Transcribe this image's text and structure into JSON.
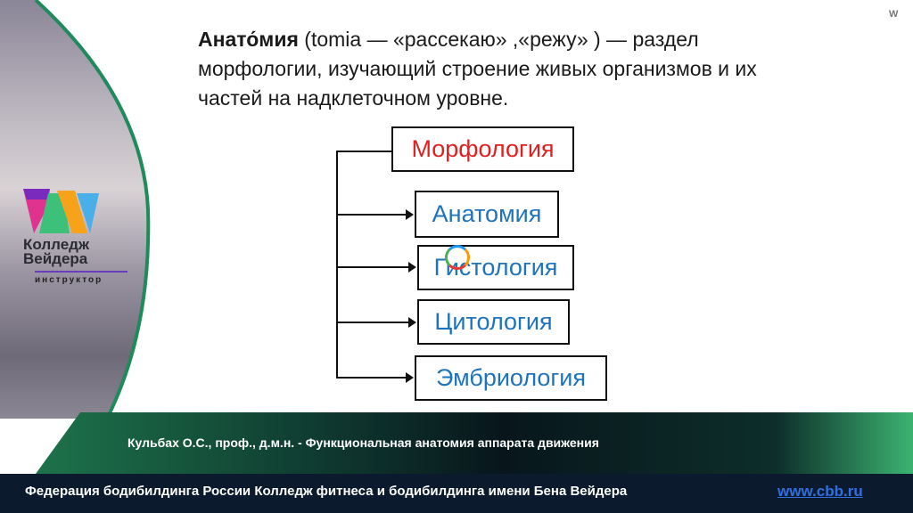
{
  "logo": {
    "line1": "Колледж",
    "line2": "Вейдера",
    "sub": "инструктор"
  },
  "title": {
    "term": "Анато́мия",
    "rest": " (tomia — «рассекаю» ,«режу» ) — раздел морфологии, изучающий строение живых организмов и их частей на надклеточном уровне."
  },
  "diagram": {
    "root": "Морфология",
    "children": [
      "Анатомия",
      "Гистология",
      "Цитология",
      "Эмбриология"
    ],
    "root_color": "#e02020",
    "child_color": "#1e73be"
  },
  "footer": {
    "author": "Кульбах О.С., проф., д.м.н.  - Функциональная анатомия аппарата движения",
    "org": "Федерация бодибилдинга России Колледж фитнеса и бодибилдинга имени Бена Вейдера",
    "link": "www.cbb.ru"
  }
}
